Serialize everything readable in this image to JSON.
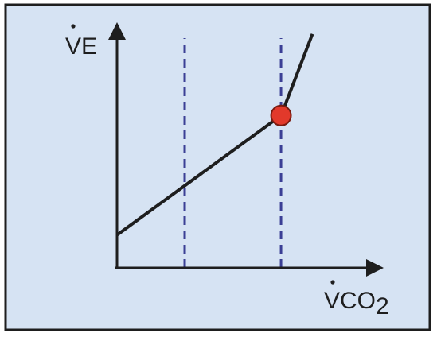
{
  "colors": {
    "panel_background": "#d6e3f3",
    "border": "#1e1e1e",
    "axis": "#1e1e1e",
    "curve": "#1e1e1e",
    "guide_lines": "#3b3f95",
    "threshold_marker": "#e2392b",
    "threshold_marker_outline": "#7a1b10"
  },
  "chart_data": {
    "type": "line",
    "title": "",
    "xlabel": "VCO2",
    "ylabel": "VE",
    "xlabel_main": "VCO",
    "xlabel_subscript": "2",
    "ylabel_main": "VE",
    "label_dot_notation": true,
    "xlim": [
      0,
      100
    ],
    "ylim": [
      0,
      100
    ],
    "grid": false,
    "legend": "none",
    "series": [
      {
        "values": [
          {
            "x": 0,
            "y": 15
          },
          {
            "x": 66.9,
            "y": 68.1
          },
          {
            "x": 79.7,
            "y": 104.3
          }
        ]
      }
    ],
    "breakpoint": {
      "x": 66.9,
      "y": 68.1
    },
    "reference_lines_x": [
      27.6,
      66.9
    ]
  }
}
